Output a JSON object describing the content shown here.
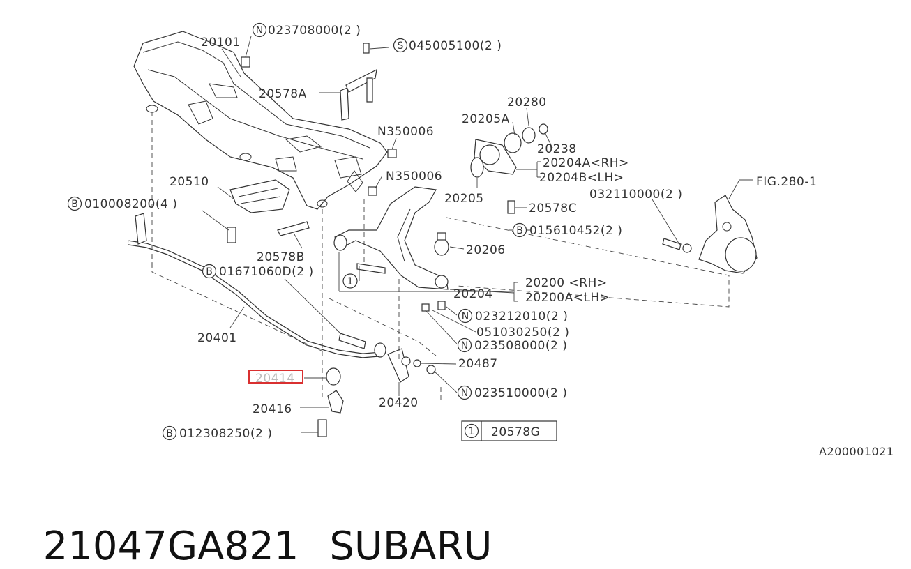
{
  "labels": {
    "p20101": "20101",
    "n023708000": "023708000(2 )",
    "s045005100": "045005100(2 )",
    "p20578A": "20578A",
    "n350006a": "N350006",
    "n350006b": "N350006",
    "p20280": "20280",
    "p20205A": "20205A",
    "p20238": "20238",
    "p20204A": "20204A<RH>",
    "p20204B": "20204B<LH>",
    "p20510": "20510",
    "b010008200": "010008200(4 )",
    "p20205": "20205",
    "p20578C": "20578C",
    "fig280": "FIG.280-1",
    "p032110000": "032110000(2 )",
    "b015610452": "015610452(2 )",
    "p20578B": "20578B",
    "p20206": "20206",
    "b01671060D": "01671060D(2 )",
    "p20200": "20200  <RH>",
    "p20200A": "20200A<LH>",
    "p20204": "20204",
    "n023212010": "023212010(2 )",
    "p051030250": "051030250(2 )",
    "p20401": "20401",
    "n023508000": "023508000(2 )",
    "p20487": "20487",
    "p20414": "20414",
    "p20420": "20420",
    "n023510000": "023510000(2 )",
    "p20416": "20416",
    "b012308250": "012308250(2 )",
    "key_part": "20578G",
    "ref_code": "A200001021"
  },
  "markers": {
    "n": "N",
    "s": "S",
    "b": "B",
    "one": "1"
  },
  "colors": {
    "highlight": "#d93030",
    "line": "#333333"
  },
  "footer": {
    "part_number": "21047GA821",
    "brand": "SUBARU"
  }
}
